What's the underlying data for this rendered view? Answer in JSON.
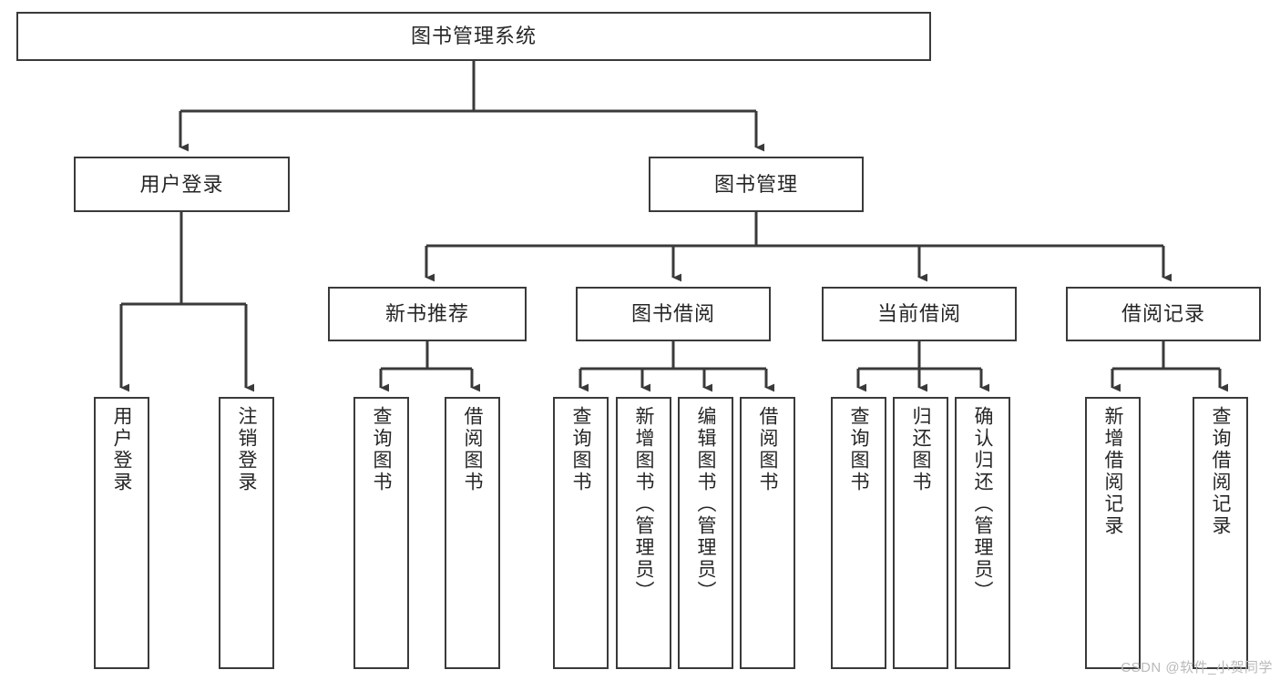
{
  "diagram": {
    "type": "tree-hierarchy-chart",
    "title_text": "图书管理系统",
    "stroke_color": "#3a3a3a",
    "text_color": "#262626",
    "background_color": "#ffffff",
    "root": {
      "id": "root",
      "label": "图书管理系统"
    },
    "level2": [
      {
        "id": "user-login",
        "label": "用户登录"
      },
      {
        "id": "book-management",
        "label": "图书管理"
      }
    ],
    "level3": [
      {
        "id": "new-book-recommend",
        "label": "新书推荐"
      },
      {
        "id": "book-borrow",
        "label": "图书借阅"
      },
      {
        "id": "current-borrow",
        "label": "当前借阅"
      },
      {
        "id": "borrow-record",
        "label": "借阅记录"
      }
    ],
    "leaves": [
      {
        "id": "leaf-user-login",
        "label": "用户登录",
        "parent": "user-login"
      },
      {
        "id": "leaf-logout",
        "label": "注销登录",
        "parent": "user-login"
      },
      {
        "id": "leaf-query-book-1",
        "label": "查询图书",
        "parent": "new-book-recommend"
      },
      {
        "id": "leaf-borrow-book-1",
        "label": "借阅图书",
        "parent": "new-book-recommend"
      },
      {
        "id": "leaf-query-book-2",
        "label": "查询图书",
        "parent": "book-borrow"
      },
      {
        "id": "leaf-add-book-admin",
        "label": "新增图书（管理员）",
        "parent": "book-borrow"
      },
      {
        "id": "leaf-edit-book-admin",
        "label": "编辑图书（管理员）",
        "parent": "book-borrow"
      },
      {
        "id": "leaf-borrow-book-2",
        "label": "借阅图书",
        "parent": "book-borrow"
      },
      {
        "id": "leaf-query-book-3",
        "label": "查询图书",
        "parent": "current-borrow"
      },
      {
        "id": "leaf-return-book",
        "label": "归还图书",
        "parent": "current-borrow"
      },
      {
        "id": "leaf-confirm-return-admin",
        "label": "确认归还（管理员）",
        "parent": "current-borrow"
      },
      {
        "id": "leaf-add-borrow-record",
        "label": "新增借阅记录",
        "parent": "borrow-record"
      },
      {
        "id": "leaf-query-borrow-record",
        "label": "查询借阅记录",
        "parent": "borrow-record"
      }
    ]
  },
  "watermark": {
    "text": "CSDN @软件_小贺同学"
  }
}
